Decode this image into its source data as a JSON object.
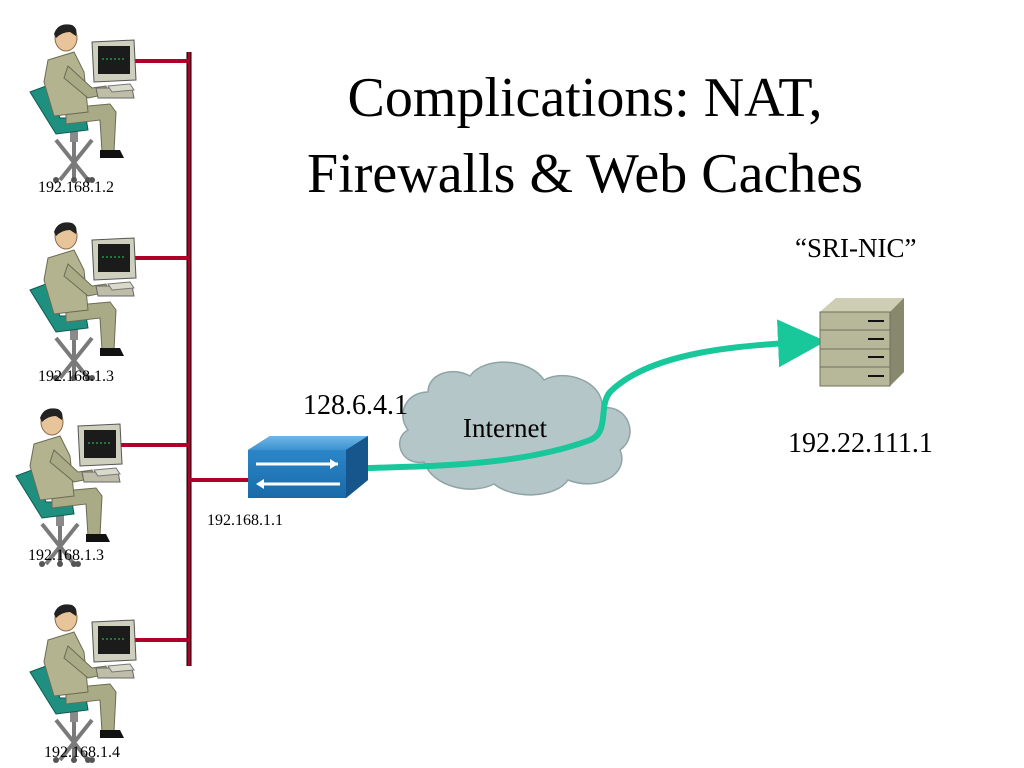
{
  "title": {
    "line1": "Complications: NAT,",
    "line2": "Firewalls & Web Caches"
  },
  "hosts": [
    {
      "ip": "192.168.1.2",
      "icon": "user-at-computer-icon"
    },
    {
      "ip": "192.168.1.3",
      "icon": "user-at-computer-icon"
    },
    {
      "ip": "192.168.1.3",
      "icon": "user-at-computer-icon"
    },
    {
      "ip": "192.168.1.4",
      "icon": "user-at-computer-icon"
    }
  ],
  "nat_device": {
    "internal_ip": "192.168.1.1",
    "external_ip": "128.6.4.1",
    "icon": "nat-switch-icon"
  },
  "internet": {
    "label": "Internet",
    "icon": "cloud-icon"
  },
  "server": {
    "name": "“SRI-NIC”",
    "ip": "192.22.111.1",
    "icon": "server-icon"
  },
  "colors": {
    "lan_bus": "#b0002a",
    "connection_arrow": "#18c79a",
    "cloud_fill": "#b5c6c8",
    "switch_fill": "#2a86c8",
    "server_fill": "#b7b89a"
  }
}
